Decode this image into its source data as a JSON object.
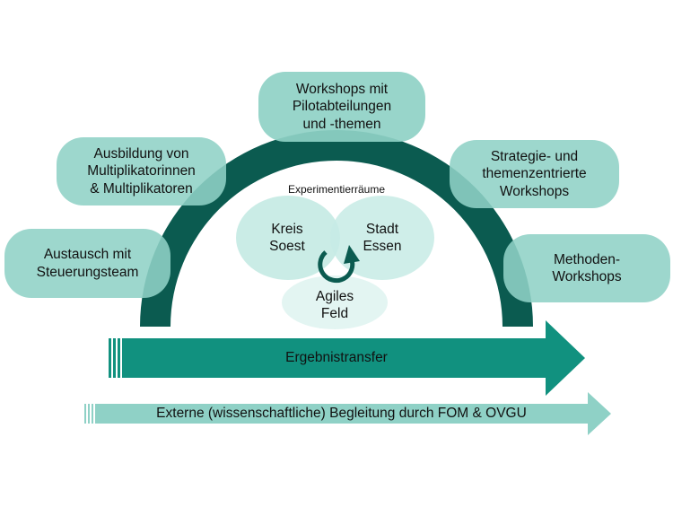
{
  "colors": {
    "pill": "#8fd1c6",
    "arch": "#0b5b50",
    "arrow_main": "#11917f",
    "arrow_ext": "#8fd1c6",
    "circle_kreis": "#c7ebe5",
    "circle_stadt": "#c7ebe5",
    "circle_agiles": "#e3f5f2",
    "cycle_arrow": "#0b5b50"
  },
  "boxes": {
    "workshops_pilot": "Workshops mit\nPilotabteilungen\nund -themen",
    "ausbildung": "Ausbildung von\nMultiplikatorinnen\n& Multiplikatoren",
    "strategie": "Strategie- und\nthemenzentrierte\nWorkshops",
    "austausch": "Austausch mit\nSteuerungsteam",
    "methoden": "Methoden-\nWorkshops"
  },
  "center": {
    "title": "Experimentierräume",
    "kreis": "Kreis\nSoest",
    "stadt": "Stadt\nEssen",
    "agiles": "Agiles\nFeld"
  },
  "arrows": {
    "ergebnis": "Ergebnistransfer",
    "extern": "Externe (wissenschaftliche) Begleitung durch FOM & OVGU"
  }
}
